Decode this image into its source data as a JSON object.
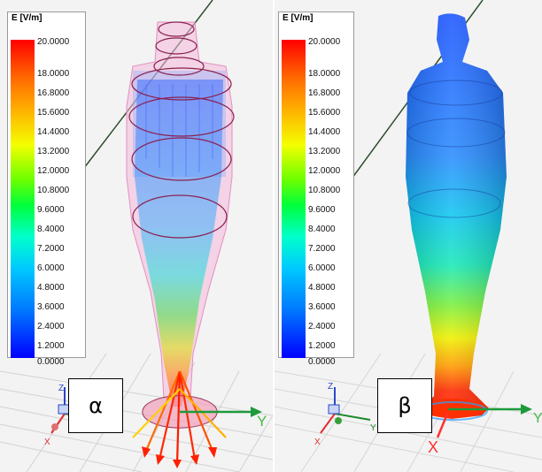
{
  "panels": [
    {
      "legend_title": "E [V/m]",
      "ticks": [
        "20.0000",
        "18.0000",
        "16.8000",
        "15.6000",
        "14.4000",
        "13.2000",
        "12.0000",
        "10.8000",
        "9.6000",
        "8.4000",
        "7.2000",
        "6.0000",
        "4.8000",
        "3.6000",
        "2.4000",
        "1.2000",
        "0.0000"
      ],
      "label": "α",
      "axes": {
        "z": "Z",
        "y": "Y",
        "x": "X"
      }
    },
    {
      "legend_title": "E [V/m]",
      "ticks": [
        "20.0000",
        "18.0000",
        "16.8000",
        "15.6000",
        "14.4000",
        "13.2000",
        "12.0000",
        "10.8000",
        "9.6000",
        "8.4000",
        "7.2000",
        "6.0000",
        "4.8000",
        "3.6000",
        "2.4000",
        "1.2000",
        "0.0000"
      ],
      "label": "β",
      "axes": {
        "z": "Z",
        "y": "Y",
        "x": "X"
      }
    }
  ],
  "colors": {
    "max": "#ff0000",
    "mid": "#00ff3c",
    "min": "#0000ff"
  }
}
